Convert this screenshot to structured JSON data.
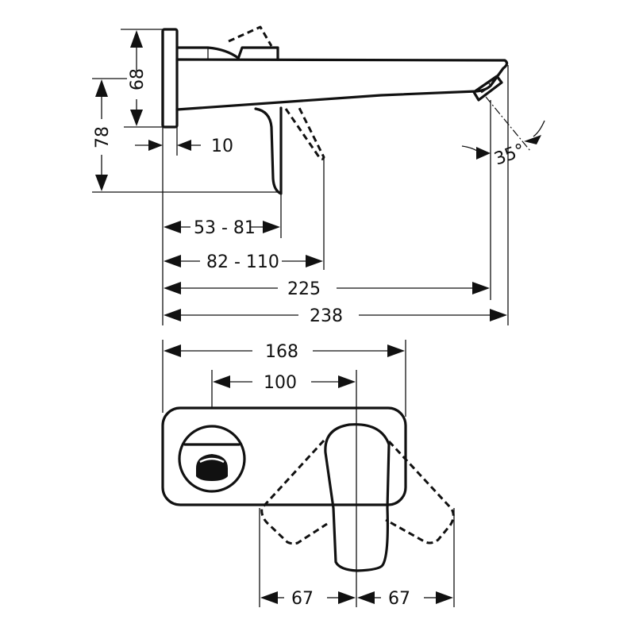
{
  "drawing": {
    "title": "Wall-mounted single lever basin mixer - dimension drawing",
    "side_view": {
      "dimensions": {
        "plate_height": "68",
        "lever_bottom_height": "78",
        "plate_thickness": "10",
        "lever_reach": "53 - 81",
        "lever_reach_open": "82 - 110",
        "spout_outlet": "225",
        "spout_total": "238",
        "outlet_angle": "35°"
      }
    },
    "front_view": {
      "dimensions": {
        "plate_width": "168",
        "spout_to_lever": "100",
        "lever_swing_left": "67",
        "lever_swing_right": "67"
      }
    }
  }
}
